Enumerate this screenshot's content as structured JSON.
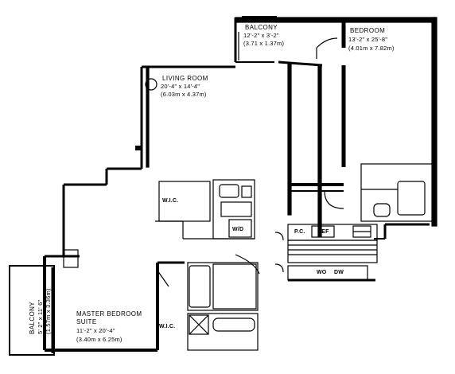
{
  "rooms": {
    "balcony_top": {
      "name": "BALCONY",
      "dims": "12'-2\" x 3'-2\"",
      "metric": "(3.71 x 1.37m)"
    },
    "bedroom": {
      "name": "BEDROOM",
      "dims": "13'-2\" x 25'-8\"",
      "metric": "(4.01m x 7.82m)"
    },
    "living_room": {
      "name": "LIVING ROOM",
      "dims": "20'-4\" x 14'-4\"",
      "metric": "(6.03m x 4.37m)"
    },
    "master": {
      "name": "MASTER BEDROOM",
      "name2": "SUITE",
      "dims": "11'-2\" x 20'-4\"",
      "metric": "(3.40m x 6.25m)"
    },
    "balcony_left": {
      "name": "BALCONY",
      "dims": "5' 2\" x 11' 6\"",
      "metric": "(1.57m x 3.36m)"
    }
  },
  "fixtures": {
    "wic_upper": "W.I.C.",
    "wic_lower": "W.I.C.",
    "wd_upper": "W/D",
    "pc": "P.C.",
    "ref": "REF",
    "wo": "WO",
    "dw": "DW"
  }
}
